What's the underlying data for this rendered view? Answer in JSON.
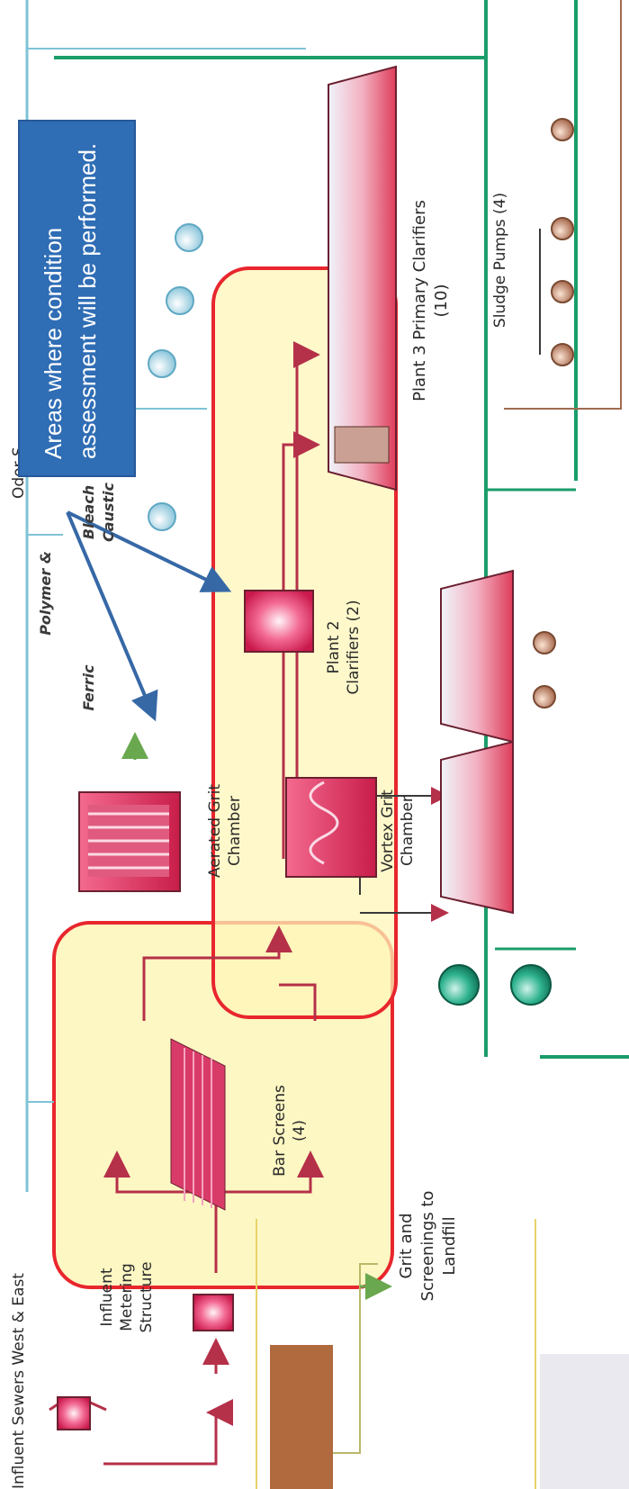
{
  "callout": {
    "text": "Areas where condition assessment will be performed."
  },
  "labels": {
    "influent_sewers": "Influent Sewers West & East",
    "influent_metering": [
      "Influent",
      "Metering",
      "Structure"
    ],
    "bar_screens": [
      "Bar Screens",
      "(4)"
    ],
    "grit_screenings": [
      "Grit and",
      "Screenings to",
      "Landfill"
    ],
    "aerated_grit": [
      "Aerated Grit",
      "Chamber"
    ],
    "vortex_grit": [
      "Vortex Grit",
      "Chamber"
    ],
    "polymer": "Polymer &",
    "ferric": "Ferric",
    "bleach": "Bleach",
    "caustic": "Caustic",
    "odor": "Odor S",
    "plant2": [
      "Plant 2",
      "Clarifiers (2)"
    ],
    "plant3": [
      "Plant 3 Primary Clarifiers",
      "(10)"
    ],
    "sludge_pumps": "Sludge Pumps (4)"
  },
  "colors": {
    "callout_fill": "#2f6db5",
    "highlight_fill": "#fdf6b8",
    "highlight_border": "#e8262d",
    "process_line": "#c8435e",
    "chemical_line": "#7fc3d6",
    "sludge_line": "#1a9d6a",
    "arrow": "#3668a6"
  }
}
